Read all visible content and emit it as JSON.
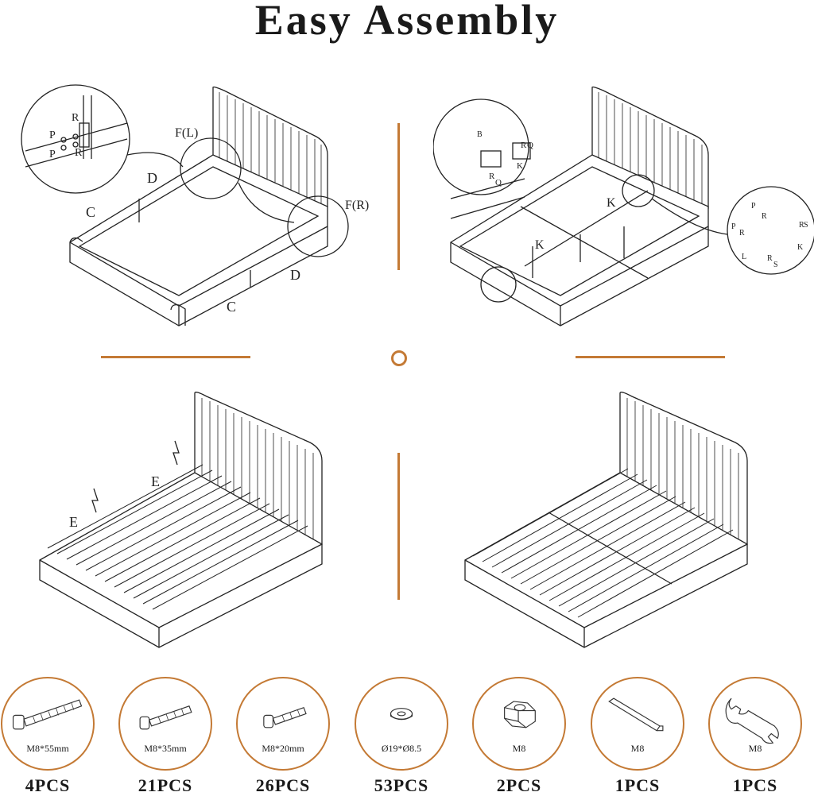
{
  "title": "Easy Assembly",
  "accent_color": "#c47a35",
  "steps": [
    {
      "labels": {
        "c1": "C",
        "c2": "C",
        "d1": "D",
        "d2": "D",
        "fl": "F(L)",
        "fr": "F(R)",
        "p1": "P",
        "p2": "P",
        "r1": "R",
        "r2": "R"
      }
    },
    {
      "labels": {
        "b": "B",
        "k1": "K",
        "k2": "K",
        "k3": "K",
        "k4": "K",
        "l": "L",
        "q1": "Q",
        "q2": "Q",
        "r1": "R",
        "r2": "R",
        "r3": "R",
        "r4": "R",
        "r5": "R",
        "r6": "R",
        "p1": "P",
        "p2": "P",
        "s1": "S",
        "s2": "S"
      }
    },
    {
      "labels": {
        "e1": "E",
        "e2": "E"
      }
    },
    {
      "labels": {}
    }
  ],
  "parts": [
    {
      "icon": "long-bolt-icon",
      "spec": "M8*55mm",
      "qty": "4PCS"
    },
    {
      "icon": "medium-bolt-icon",
      "spec": "M8*35mm",
      "qty": "21PCS"
    },
    {
      "icon": "short-bolt-icon",
      "spec": "M8*20mm",
      "qty": "26PCS"
    },
    {
      "icon": "washer-icon",
      "spec": "Ø19*Ø8.5",
      "qty": "53PCS"
    },
    {
      "icon": "hex-nut-icon",
      "spec": "M8",
      "qty": "2PCS"
    },
    {
      "icon": "allen-key-icon",
      "spec": "M8",
      "qty": "1PCS"
    },
    {
      "icon": "wrench-icon",
      "spec": "M8",
      "qty": "1PCS"
    }
  ]
}
